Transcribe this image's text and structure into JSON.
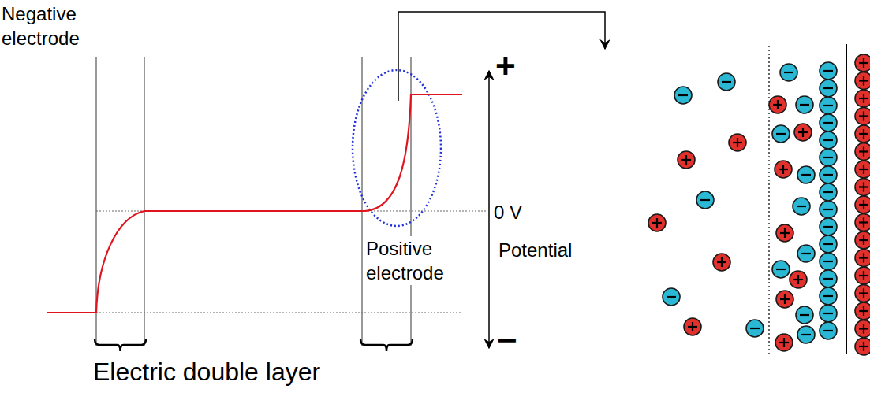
{
  "diagram": {
    "labels": [
      "Negative electrode",
      "Positive electrode",
      "0 V",
      "Potential",
      "+",
      "−",
      "Electric double layer"
    ]
  }
}
